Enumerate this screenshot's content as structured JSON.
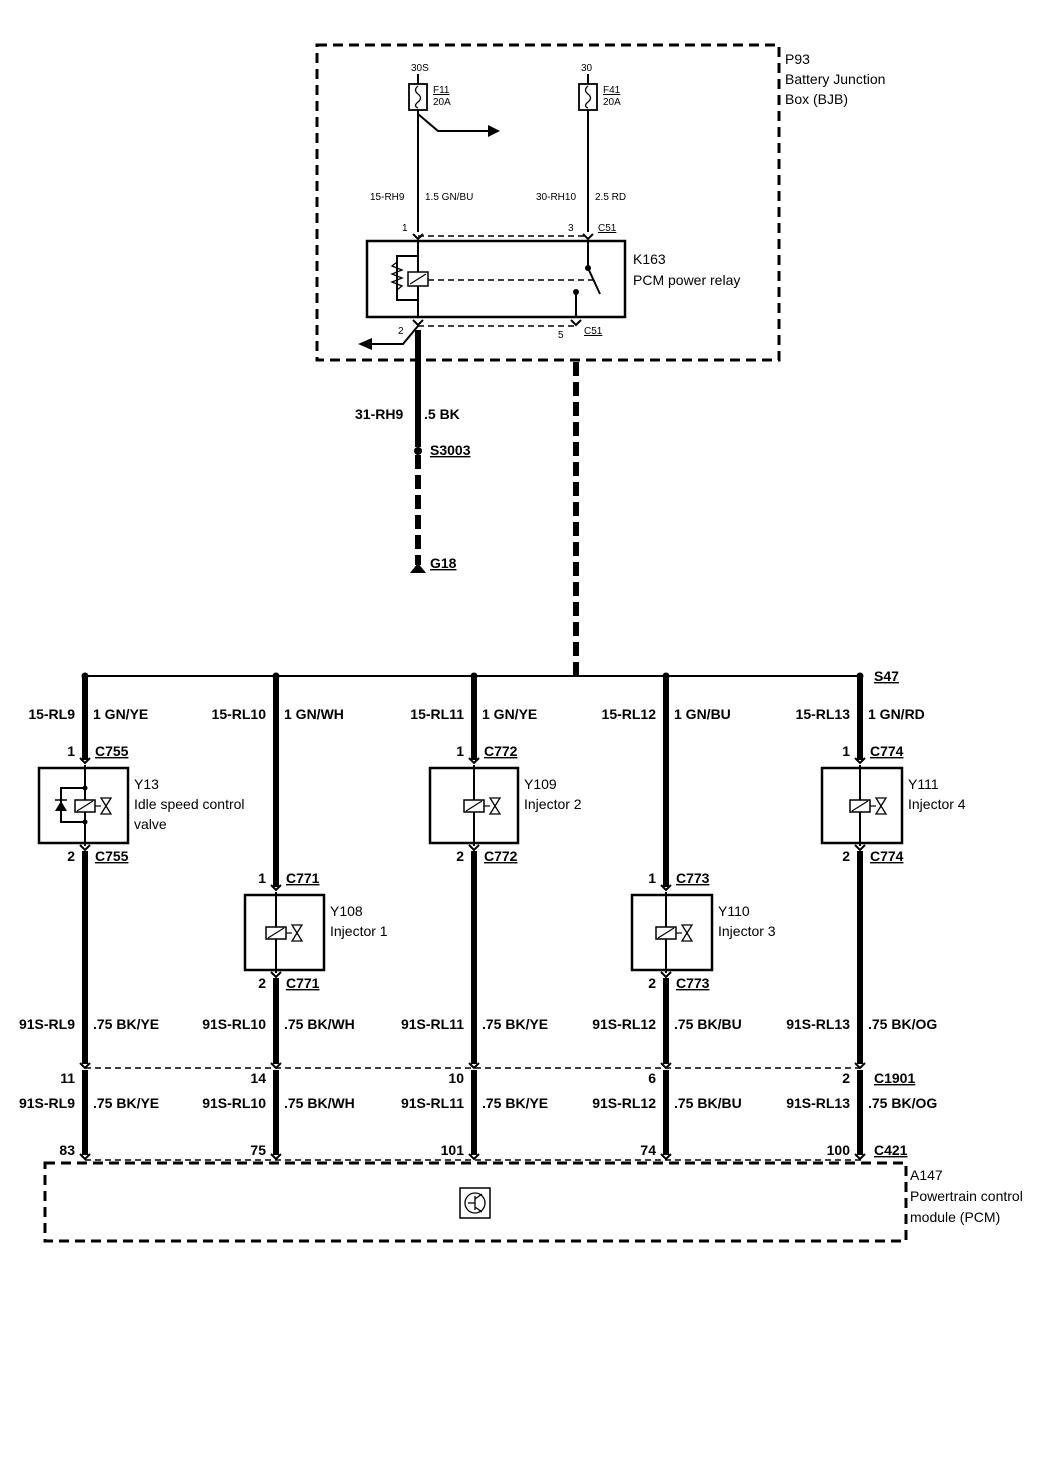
{
  "bjb": {
    "id": "P93",
    "name_line1": "Battery Junction",
    "name_line2": "Box (BJB)"
  },
  "fuses": [
    {
      "terminal": "30S",
      "id": "F11",
      "rating": "20A"
    },
    {
      "terminal": "30",
      "id": "F41",
      "rating": "20A"
    }
  ],
  "relay_feed": [
    {
      "circuit": "15-RH9",
      "wire": "1.5 GN/BU"
    },
    {
      "circuit": "30-RH10",
      "wire": "2.5 RD"
    }
  ],
  "relay": {
    "id": "K163",
    "name": "PCM power relay",
    "connector": "C51",
    "pin1": "1",
    "pin2": "2",
    "pin3": "3",
    "pin5": "5"
  },
  "ground": {
    "circuit": "31-RH9",
    "wire": ".5 BK",
    "splice": "S3003",
    "ground_point": "G18"
  },
  "splice_s47": "S47",
  "branches": [
    {
      "circuit": "15-RL9",
      "wire": "1 GN/YE",
      "pin_in": "1",
      "pin_out": "2",
      "connector": "C755",
      "comp_id": "Y13",
      "comp_name_line1": "Idle speed control",
      "comp_name_line2": "valve",
      "ret_circuit": "91S-RL9",
      "ret_wire": ".75 BK/YE",
      "c1901_pin": "11",
      "c421_pin": "83"
    },
    {
      "circuit": "15-RL10",
      "wire": "1 GN/WH",
      "pin_in": "1",
      "pin_out": "2",
      "connector": "C771",
      "comp_id": "Y108",
      "comp_name_line1": "Injector 1",
      "comp_name_line2": "",
      "ret_circuit": "91S-RL10",
      "ret_wire": ".75 BK/WH",
      "c1901_pin": "14",
      "c421_pin": "75"
    },
    {
      "circuit": "15-RL11",
      "wire": "1 GN/YE",
      "pin_in": "1",
      "pin_out": "2",
      "connector": "C772",
      "comp_id": "Y109",
      "comp_name_line1": "Injector 2",
      "comp_name_line2": "",
      "ret_circuit": "91S-RL11",
      "ret_wire": ".75 BK/YE",
      "c1901_pin": "10",
      "c421_pin": "101"
    },
    {
      "circuit": "15-RL12",
      "wire": "1 GN/BU",
      "pin_in": "1",
      "pin_out": "2",
      "connector": "C773",
      "comp_id": "Y110",
      "comp_name_line1": "Injector 3",
      "comp_name_line2": "",
      "ret_circuit": "91S-RL12",
      "ret_wire": ".75 BK/BU",
      "c1901_pin": "6",
      "c421_pin": "74"
    },
    {
      "circuit": "15-RL13",
      "wire": "1 GN/RD",
      "pin_in": "1",
      "pin_out": "2",
      "connector": "C774",
      "comp_id": "Y111",
      "comp_name_line1": "Injector 4",
      "comp_name_line2": "",
      "ret_circuit": "91S-RL13",
      "ret_wire": ".75 BK/OG",
      "c1901_pin": "2",
      "c421_pin": "100"
    }
  ],
  "inline_connector": "C1901",
  "pcm": {
    "connector": "C421",
    "id": "A147",
    "name_line1": "Powertrain control",
    "name_line2": "module (PCM)"
  }
}
